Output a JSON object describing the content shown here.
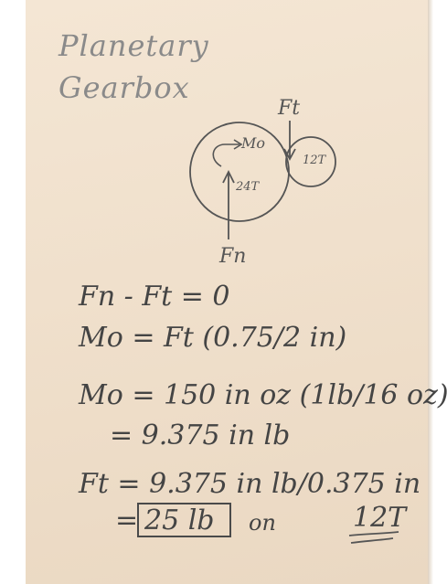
{
  "title": {
    "line1": "Planetary",
    "line2": "Gearbox"
  },
  "diagram": {
    "force_top": "Ft",
    "force_bottom": "Fn",
    "moment": "Mo",
    "sun_gear": "24T",
    "planet_gear": "12T"
  },
  "equations": {
    "eq1": "Fn - Ft = 0",
    "eq2": "Mo = Ft (0.75/2 in)",
    "eq3": "Mo = 150 in oz (1lb/16 oz)",
    "eq4": "= 9.375 in lb",
    "eq5": "Ft = 9.375 in lb/0.375 in",
    "eq6_prefix": "=",
    "eq6_result": "25 lb",
    "eq6_on": "on",
    "eq6_gear": "12T"
  }
}
